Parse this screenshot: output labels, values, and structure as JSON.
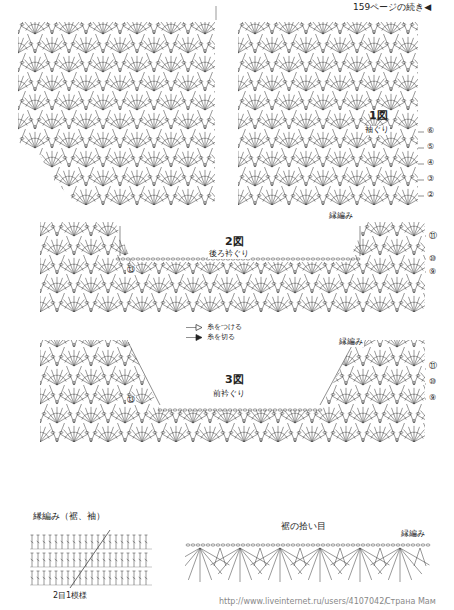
{
  "diagram": {
    "labels": [
      "159ページの続き◀",
      "1図",
      "袖ぐり",
      "⑥",
      "⑤",
      "④",
      "③",
      "②",
      "2図",
      "後ろ衿ぐり",
      "縁編み",
      "⑪",
      "⑩",
      "⑨",
      "⑬",
      "3図",
      "前衿ぐり",
      "縁編み",
      "⑪",
      "⑩",
      "⑨",
      "⑬",
      "縁編み（裾、袖）",
      "2目1模様",
      "裾の拾い目",
      "縁編み",
      "http://www.liveinternet.ru/users/4107042/",
      "Страна Мам"
    ],
    "legend": [
      {
        "text": "糸をつける"
      },
      {
        "text": "糸を切る"
      }
    ]
  }
}
